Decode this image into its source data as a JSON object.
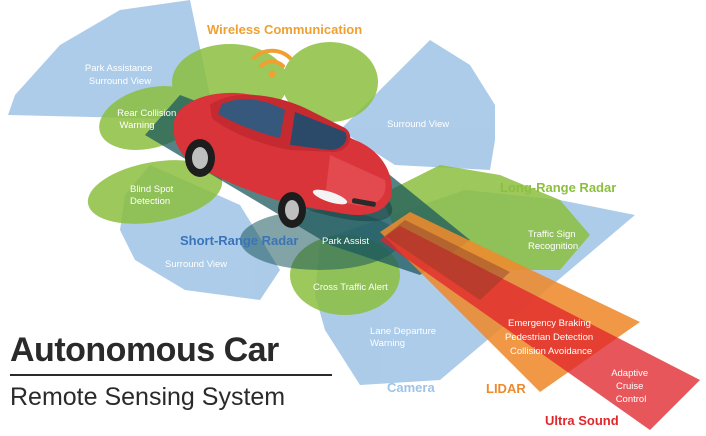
{
  "title": "Autonomous Car",
  "subtitle": "Remote Sensing System",
  "zone_labels": {
    "wireless": "Wireless Communication",
    "long_range_radar": "Long-Range Radar",
    "short_range_radar": "Short-Range Radar",
    "camera": "Camera",
    "lidar": "LIDAR",
    "ultra_sound": "Ultra Sound"
  },
  "feature_labels": {
    "park_assistance": [
      "Park Assistance",
      "Surround View"
    ],
    "rear_collision": [
      "Rear Collision",
      "Warning"
    ],
    "surround_view_top": [
      "Surround View"
    ],
    "blind_spot": [
      "Blind Spot",
      "Detection"
    ],
    "park_assist": [
      "Park Assist"
    ],
    "traffic_sign": [
      "Traffic Sign",
      "Recognition"
    ],
    "surround_view_left": [
      "Surround View"
    ],
    "cross_traffic": [
      "Cross Traffic Alert"
    ],
    "lane_departure": [
      "Lane Departure",
      "Warning"
    ],
    "emergency": [
      "Emergency Braking",
      "Pedestrian Detection",
      "Collision Avoidance"
    ],
    "adaptive_cruise": [
      "Adaptive",
      "Cruise",
      "Control"
    ]
  },
  "colors": {
    "camera_blue": "#9dc3e6",
    "radar_green": "#8cbf3f",
    "lidar_orange": "#ee8a2c",
    "ultrasound_red": "#e0262b",
    "dark_overlay": "#1e5a5c",
    "car_red": "#d8343a",
    "wireless_orange": "#f0a030",
    "title_dark": "#2a2a2a"
  },
  "icons": [
    "wifi-icon"
  ]
}
